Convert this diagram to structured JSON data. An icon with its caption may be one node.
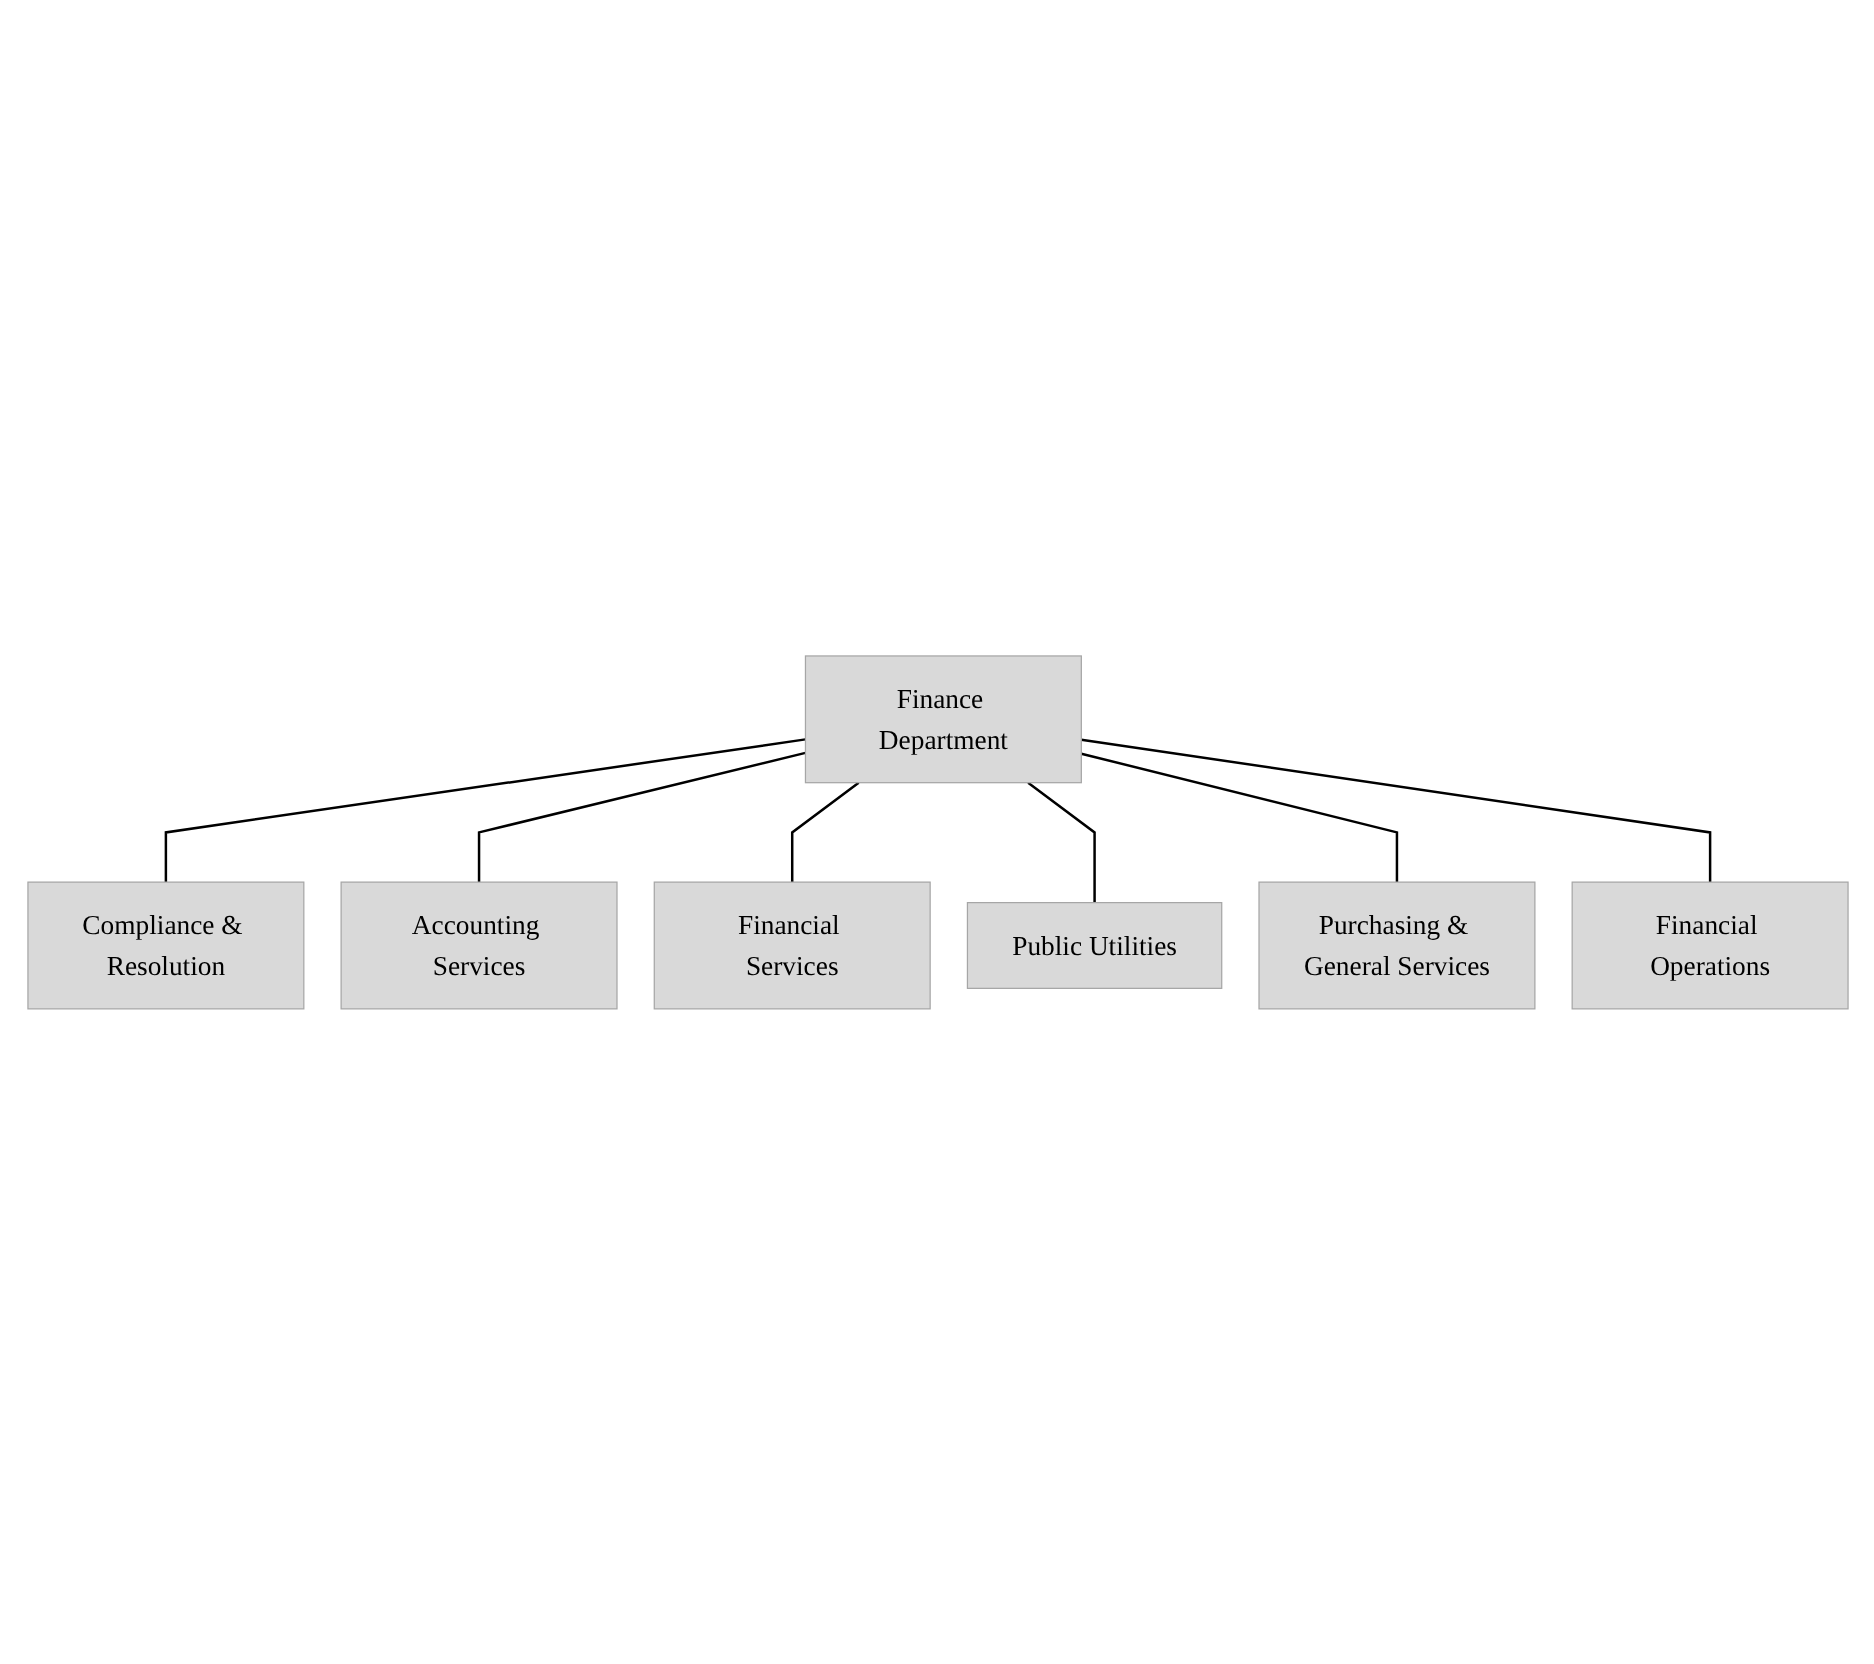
{
  "diagram": {
    "nodes": [
      {
        "text": [
          "Finance Department"
        ]
      },
      {
        "text": [
          "Compliance & Resolution"
        ]
      },
      {
        "text": [
          "Accounting Services"
        ]
      },
      {
        "text": [
          "Financial Services"
        ]
      },
      {
        "text": [
          "Public Utilities"
        ]
      },
      {
        "text": [
          "Purchasing & General Services"
        ]
      },
      {
        "text": [
          "Financial Operations"
        ]
      }
    ],
    "edges": [
      {
        "from": 0,
        "to": 1,
        "arrow": "none"
      },
      {
        "from": 0,
        "to": 2,
        "arrow": "none"
      },
      {
        "from": 0,
        "to": 3,
        "arrow": "none"
      },
      {
        "from": 0,
        "to": 4,
        "arrow": "none"
      },
      {
        "from": 0,
        "to": 5,
        "arrow": "none"
      },
      {
        "from": 0,
        "to": 6,
        "arrow": "none"
      }
    ]
  }
}
